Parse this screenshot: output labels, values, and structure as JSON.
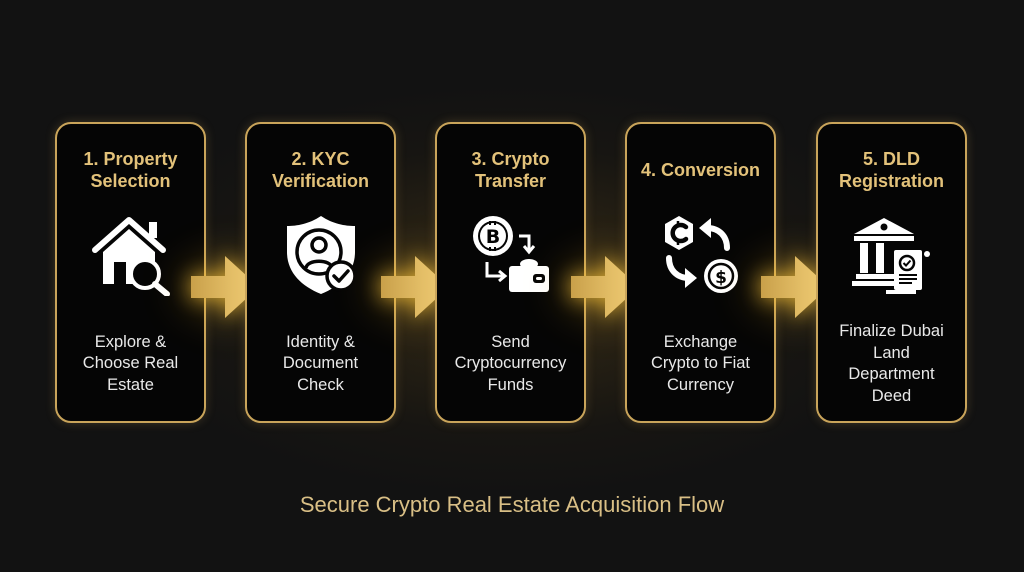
{
  "diagram": {
    "title": "Secure Crypto Real Estate Acquisition Flow",
    "accent_color": "#c9a45a",
    "title_color": "#e3c27a",
    "background_color": "#121212",
    "steps": [
      {
        "title": "1. Property\nSelection",
        "description": "Explore &\nChoose Real\nEstate",
        "icon": "house-search-icon"
      },
      {
        "title": "2. KYC\nVerification",
        "description": "Identity &\nDocument\nCheck",
        "icon": "shield-user-check-icon"
      },
      {
        "title": "3. Crypto\nTransfer",
        "description": "Send\nCryptocurrency\nFunds",
        "icon": "bitcoin-wallet-transfer-icon"
      },
      {
        "title": "4. Conversion",
        "description": "Exchange\nCrypto to Fiat\nCurrency",
        "icon": "crypto-fiat-exchange-icon"
      },
      {
        "title": "5. DLD\nRegistration",
        "description": "Finalize Dubai\nLand\nDepartment\nDeed",
        "icon": "government-deed-icon"
      }
    ],
    "connectors": [
      "arrow-right-icon",
      "arrow-right-icon",
      "arrow-right-icon",
      "arrow-right-icon"
    ]
  }
}
